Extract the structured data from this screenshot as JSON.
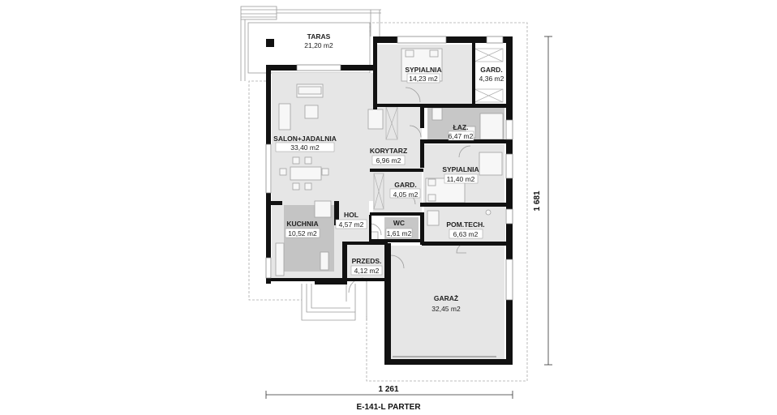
{
  "rooms": [
    {
      "label": "TARAS",
      "area": "21,20 m2"
    },
    {
      "label": "SYPIALNIA",
      "area": "14,23 m2"
    },
    {
      "label": "GARD.",
      "area": "4,36 m2"
    },
    {
      "label": "SALON+JADALNIA",
      "area": "33,40 m2"
    },
    {
      "label": "ŁAZ.",
      "area": "6,47 m2"
    },
    {
      "label": "KORYTARZ",
      "area": "6,96 m2"
    },
    {
      "label": "SYPIALNIA",
      "area": "11,40 m2"
    },
    {
      "label": "GARD.",
      "area": "4,05 m2"
    },
    {
      "label": "HOL",
      "area": "4,57 m2"
    },
    {
      "label": "KUCHNIA",
      "area": "10,52 m2"
    },
    {
      "label": "WC",
      "area": "1,61 m2"
    },
    {
      "label": "POM.TECH.",
      "area": "6,63 m2"
    },
    {
      "label": "PRZEDS.",
      "area": "4,12 m2"
    },
    {
      "label": "GARAŻ",
      "area": "32,45 m2"
    }
  ],
  "dimensions": {
    "width": "1 261",
    "height": "1 681"
  },
  "title": "E-141-L PARTER",
  "colors": {
    "wall": "#111111",
    "room_fill": "#e6e6e6",
    "dark_room_fill": "#c4c4c4",
    "line": "#999999"
  }
}
